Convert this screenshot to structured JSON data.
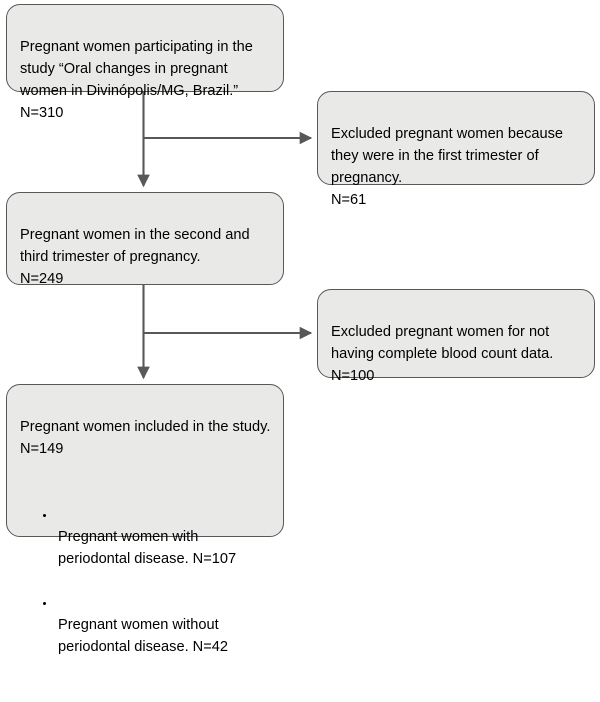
{
  "diagram": {
    "title": "Study participant flow diagram",
    "style": {
      "node_fill": "#e9e9e7",
      "node_border": "#58585a",
      "edge_color": "#58585a",
      "text_color": "#000000",
      "background": "#ffffff"
    },
    "nodes": [
      {
        "id": "enrolled",
        "name": "enrolled-node",
        "text": "Pregnant women participating in the study “Oral changes in pregnant women in Divinópolis/MG, Brazil.”\nN=310",
        "count_label": "N=310",
        "count": 310
      },
      {
        "id": "excluded_first_trimester",
        "name": "excluded-first-trimester-node",
        "text": "Excluded pregnant women because they were in the first trimester of pregnancy.\nN=61",
        "count_label": "N=61",
        "count": 61
      },
      {
        "id": "eligible",
        "name": "eligible-node",
        "text": "Pregnant women in the second and third trimester of pregnancy.\nN=249",
        "count_label": "N=249",
        "count": 249
      },
      {
        "id": "excluded_no_blood_count",
        "name": "excluded-no-blood-count-node",
        "text": "Excluded pregnant women for not having complete blood count data.\nN=100",
        "count_label": "N=100",
        "count": 100
      },
      {
        "id": "included",
        "name": "included-node",
        "heading": "Pregnant women included in the study.\nN=149",
        "count_label": "N=149",
        "count": 149,
        "subgroups": [
          {
            "text": "Pregnant women with periodontal disease. N=107",
            "count_label": "N=107",
            "count": 107
          },
          {
            "text": "Pregnant women without periodontal disease. N=42",
            "count_label": "N=42",
            "count": 42
          }
        ]
      }
    ],
    "edges": [
      {
        "id": "enrolled-to-eligible",
        "from": "enrolled",
        "to": "eligible",
        "type": "vertical-arrow"
      },
      {
        "id": "enrolled-to-excluded1",
        "from": "enrolled",
        "to": "excluded_first_trimester",
        "type": "branch-right-arrow"
      },
      {
        "id": "eligible-to-included",
        "from": "eligible",
        "to": "included",
        "type": "vertical-arrow"
      },
      {
        "id": "eligible-to-excluded2",
        "from": "eligible",
        "to": "excluded_no_blood_count",
        "type": "branch-right-arrow"
      }
    ]
  }
}
